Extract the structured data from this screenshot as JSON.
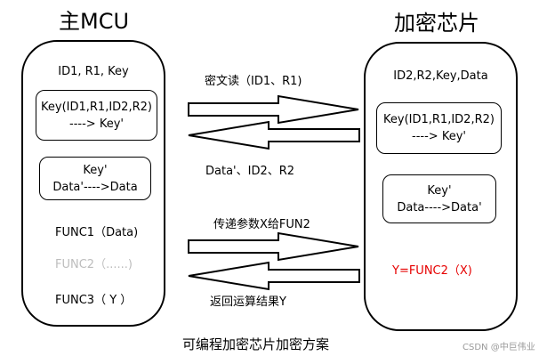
{
  "left": {
    "title": "主MCU",
    "ids_line": "ID1, R1, Key",
    "key_box": {
      "line1": "Key(ID1,R1,ID2,R2)",
      "line2": "----> Key'"
    },
    "data_box": {
      "line1": "Key'",
      "line2": "Data'---->Data"
    },
    "func1": "FUNC1（Data)",
    "func2": "FUNC2（......)",
    "func3": "FUNC3（ Y ）"
  },
  "right": {
    "title": "加密芯片",
    "ids_line": "ID2,R2,Key,Data",
    "key_box": {
      "line1": "Key(ID1,R1,ID2,R2)",
      "line2": "----> Key'"
    },
    "data_box": {
      "line1": "Key'",
      "line2": "Data---->Data'"
    },
    "func_result": "Y=FUNC2（X)"
  },
  "arrows": {
    "read_label": "密文读（ID1、R1)",
    "return_data_label": "Data'、ID2、R2",
    "pass_param_label": "传递参数X给FUN2",
    "return_result_label": "返回运算结果Y"
  },
  "caption": "可编程加密芯片加密方案",
  "watermark": "CSDN @中巨伟业",
  "colors": {
    "line": "#000000",
    "highlight": "#e60000",
    "muted": "#bdbdbd",
    "watermark": "#9a9a9a"
  }
}
